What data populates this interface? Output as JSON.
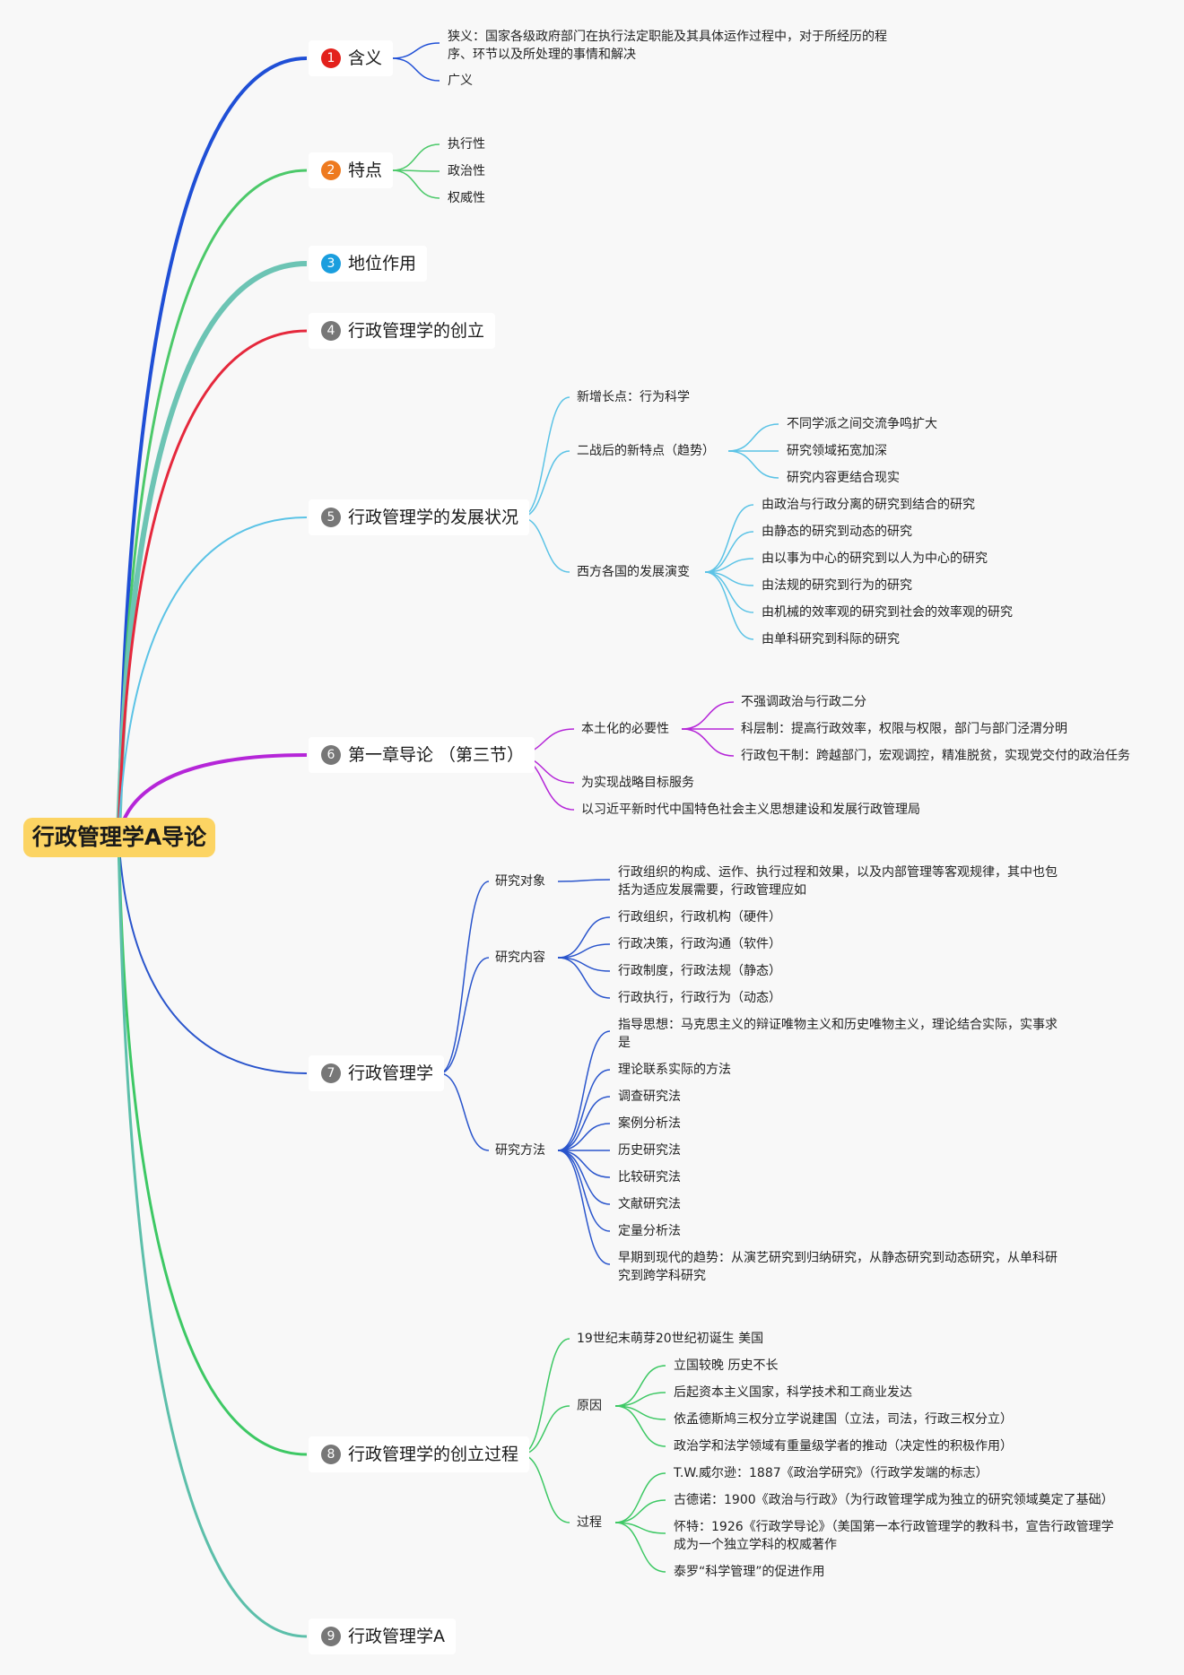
{
  "root": "行政管理学A导论",
  "colors": {
    "b1": "#1f4fd6",
    "b2": "#4cc96a",
    "b3": "#6cc4b4",
    "b4": "#e5283c",
    "b5": "#5bc3e6",
    "b6": "#b526d8",
    "b7": "#2a55cc",
    "b8": "#3dc864",
    "b9": "#5cbfaa"
  },
  "branches": [
    {
      "num": "1",
      "badge_color": "#e3211c",
      "label": "含义",
      "children": [
        "狭义：国家各级政府部门在执行法定职能及其具体运作过程中，对于所经历的程序、环节以及所处理的事情和解决",
        "广义"
      ]
    },
    {
      "num": "2",
      "badge_color": "#ee7a1f",
      "label": "特点",
      "children": [
        "执行性",
        "政治性",
        "权威性"
      ]
    },
    {
      "num": "3",
      "badge_color": "#1a9ede",
      "label": "地位作用"
    },
    {
      "num": "4",
      "badge_color": "#777777",
      "label": "行政管理学的创立"
    },
    {
      "num": "5",
      "badge_color": "#777777",
      "label": "行政管理学的发展状况",
      "children": [
        {
          "label": "新增长点：行为科学"
        },
        {
          "label": "二战后的新特点（趋势）",
          "children": [
            "不同学派之间交流争鸣扩大",
            "研究领域拓宽加深",
            "研究内容更结合现实"
          ]
        },
        {
          "label": "西方各国的发展演变",
          "children": [
            "由政治与行政分离的研究到结合的研究",
            "由静态的研究到动态的研究",
            "由以事为中心的研究到以人为中心的研究",
            "由法规的研究到行为的研究",
            "由机械的效率观的研究到社会的效率观的研究",
            "由单科研究到科际的研究"
          ]
        }
      ]
    },
    {
      "num": "6",
      "badge_color": "#777777",
      "label": "第一章导论 （第三节）",
      "children": [
        {
          "label": "本土化的必要性",
          "children": [
            "不强调政治与行政二分",
            "科层制：提高行政效率，权限与权限，部门与部门泾渭分明",
            "行政包干制：跨越部门，宏观调控，精准脱贫，实现党交付的政治任务"
          ]
        },
        {
          "label": "为实现战略目标服务"
        },
        {
          "label": "以习近平新时代中国特色社会主义思想建设和发展行政管理局"
        }
      ]
    },
    {
      "num": "7",
      "badge_color": "#777777",
      "label": "行政管理学",
      "children": [
        {
          "label": "研究对象",
          "children": [
            "行政组织的构成、运作、执行过程和效果，以及内部管理等客观规律，其中也包括为适应发展需要，行政管理应如"
          ]
        },
        {
          "label": "研究内容",
          "children": [
            "行政组织，行政机构（硬件）",
            "行政决策，行政沟通（软件）",
            "行政制度，行政法规（静态）",
            "行政执行，行政行为（动态）"
          ]
        },
        {
          "label": "研究方法",
          "children": [
            "指导思想：马克思主义的辩证唯物主义和历史唯物主义，理论结合实际，实事求是",
            "理论联系实际的方法",
            "调查研究法",
            "案例分析法",
            "历史研究法",
            "比较研究法",
            "文献研究法",
            "定量分析法",
            "早期到现代的趋势：从演艺研究到归纳研究，从静态研究到动态研究，从单科研究到跨学科研究"
          ]
        }
      ]
    },
    {
      "num": "8",
      "badge_color": "#777777",
      "label": "行政管理学的创立过程",
      "children": [
        {
          "label": "19世纪末萌芽20世纪初诞生 美国"
        },
        {
          "label": "原因",
          "children": [
            "立国较晚 历史不长",
            "后起资本主义国家，科学技术和工商业发达",
            "依孟德斯鸠三权分立学说建国（立法，司法，行政三权分立）",
            "政治学和法学领域有重量级学者的推动（决定性的积极作用）"
          ]
        },
        {
          "label": "过程",
          "children": [
            "T.W.威尔逊：1887《政治学研究》（行政学发端的标志）",
            "古德诺：1900《政治与行政》（为行政管理学成为独立的研究领域奠定了基础）",
            "怀特：1926《行政学导论》（美国第一本行政管理学的教科书，宣告行政管理学成为一个独立学科的权威著作",
            "泰罗“科学管理”的促进作用"
          ]
        }
      ]
    },
    {
      "num": "9",
      "badge_color": "#777777",
      "label": "行政管理学A"
    }
  ]
}
